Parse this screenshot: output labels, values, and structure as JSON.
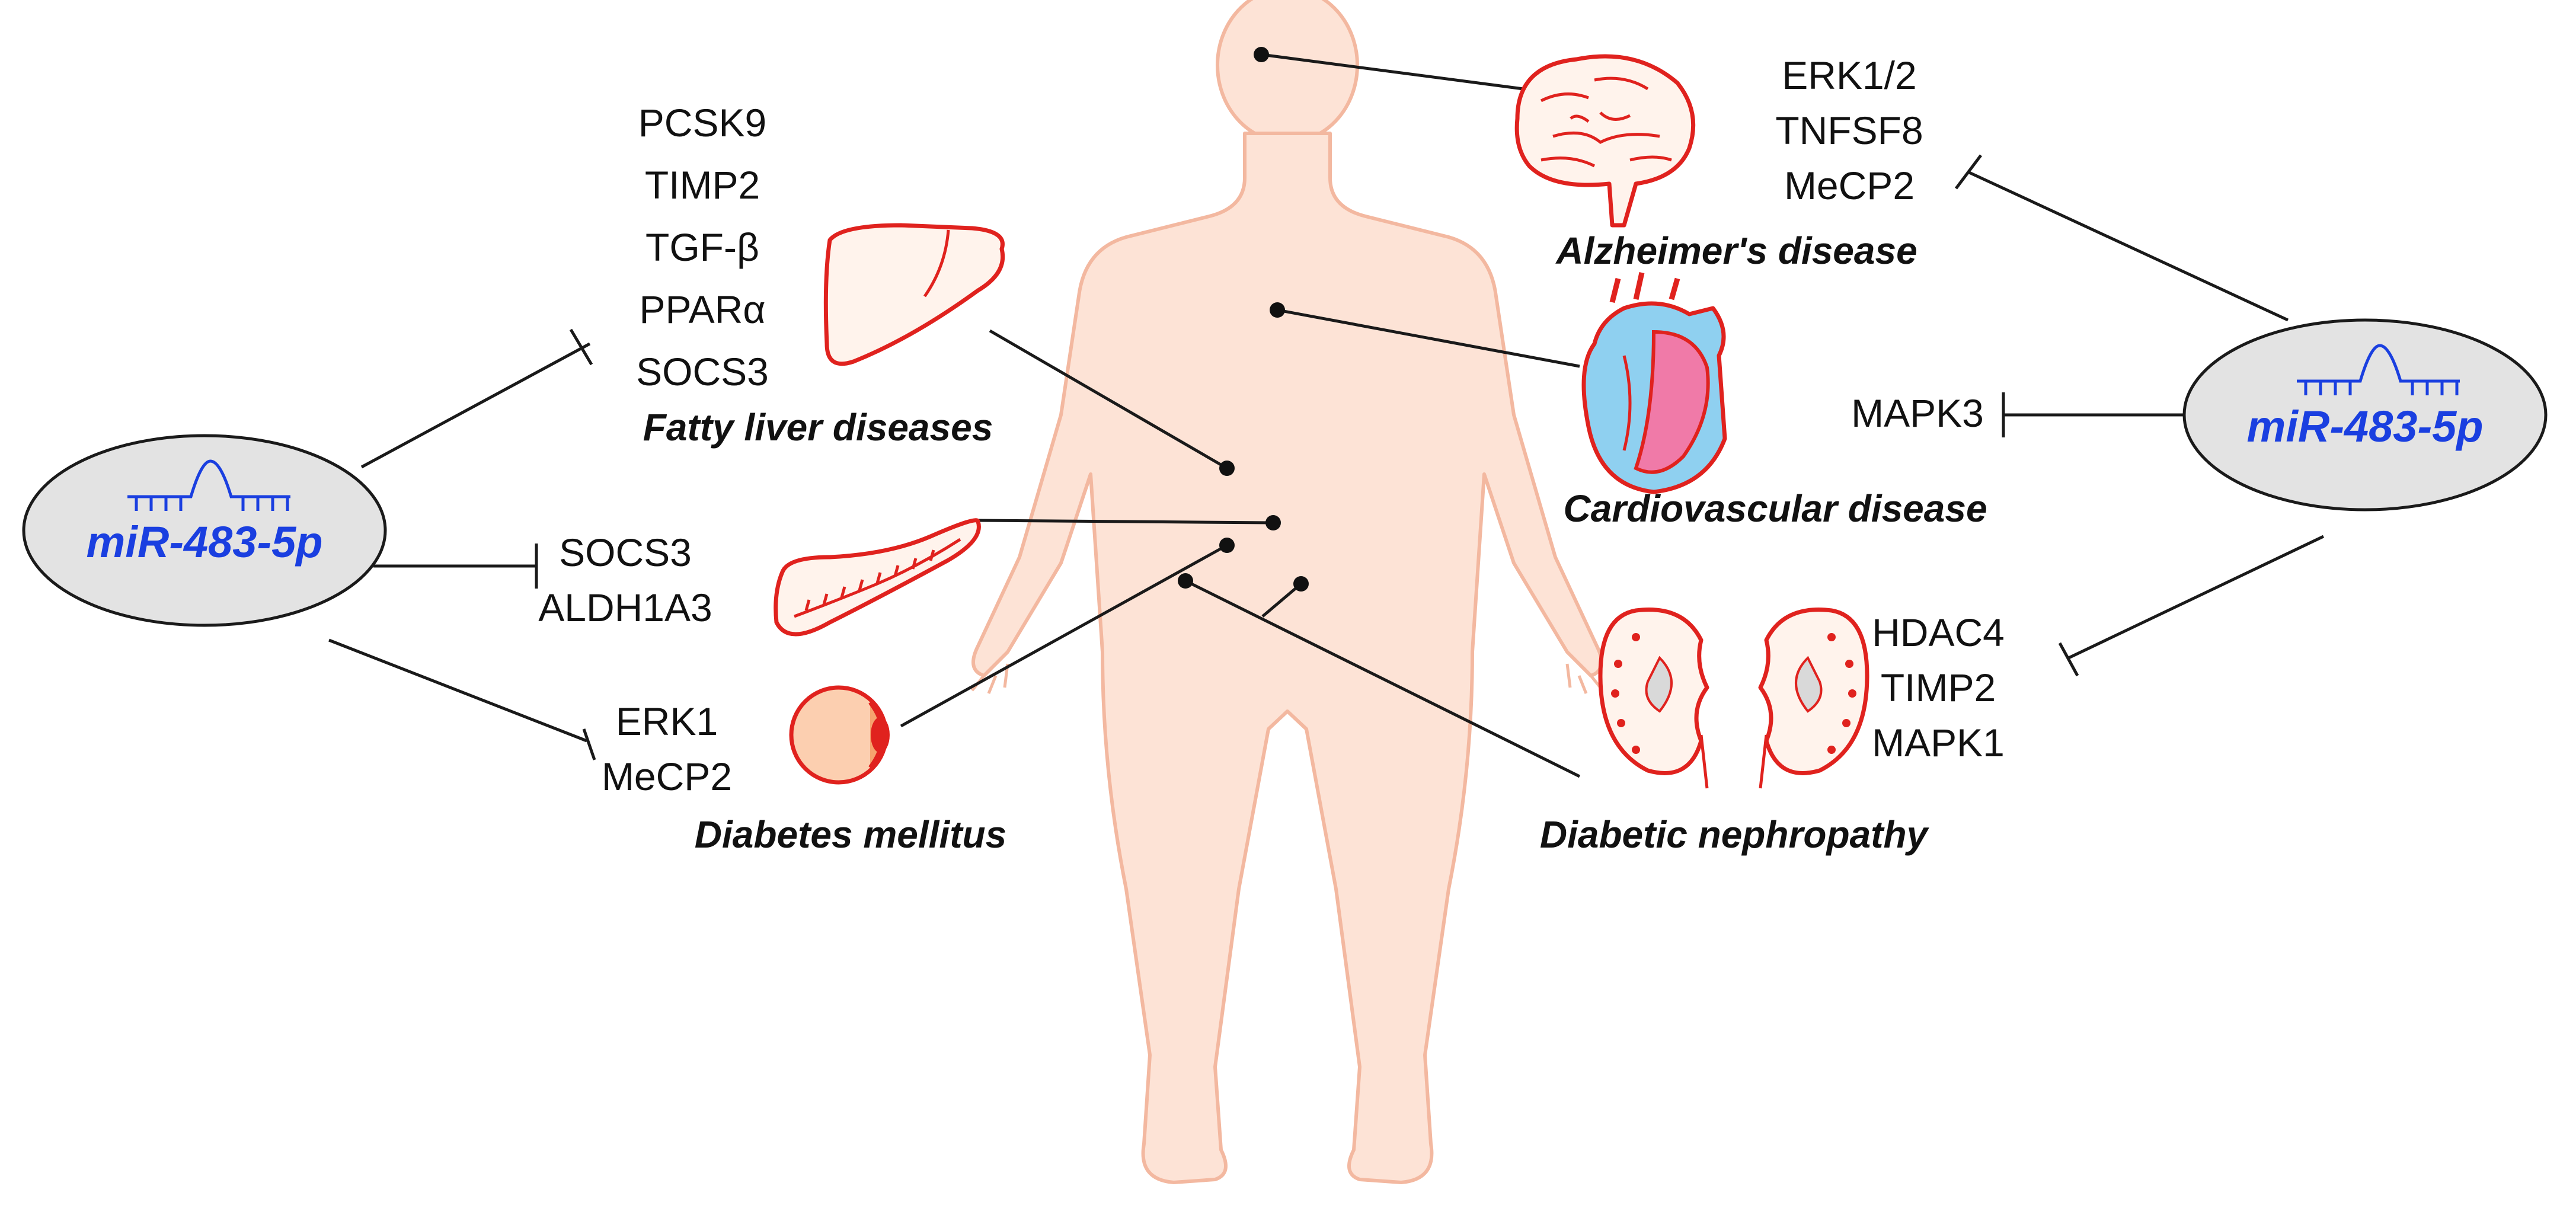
{
  "left_mirna": {
    "label": "miR-483-5p"
  },
  "right_mirna": {
    "label": "miR-483-5p"
  },
  "fatty_liver": {
    "genes": [
      "PCSK9",
      "TIMP2",
      "TGF-β",
      "PPARα",
      "SOCS3"
    ],
    "disease": "Fatty liver diseases"
  },
  "pancreas": {
    "genes": [
      "SOCS3",
      "ALDH1A3"
    ]
  },
  "diabetes": {
    "genes": [
      "ERK1",
      "MeCP2"
    ],
    "disease": "Diabetes mellitus"
  },
  "alzheimers": {
    "genes": [
      "ERK1/2",
      "TNFSF8",
      "MeCP2"
    ],
    "disease": "Alzheimer's disease"
  },
  "cardio": {
    "genes": [
      "MAPK3"
    ],
    "disease": "Cardiovascular disease"
  },
  "nephropathy": {
    "genes": [
      "HDAC4",
      "TIMP2",
      "MAPK1"
    ],
    "disease": "Diabetic nephropathy"
  },
  "colors": {
    "body_fill": "#fde3d6",
    "body_stroke": "#f3b8a0",
    "organ_red": "#e0221e",
    "mirna_blue": "#1a3fe0",
    "ellipse_fill": "#e3e3e3",
    "heart_pink": "#f07aa8",
    "heart_blue": "#8fd0f0"
  }
}
